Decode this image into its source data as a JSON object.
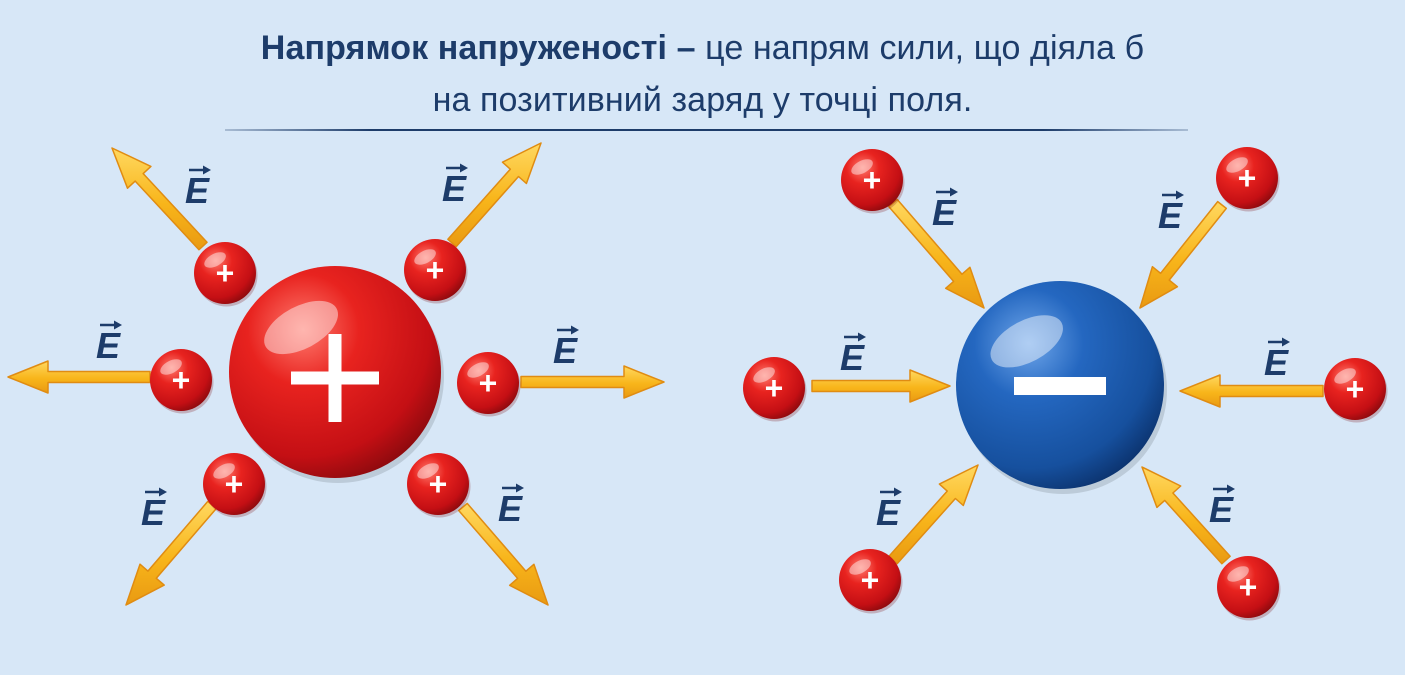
{
  "heading": {
    "bold": "Напрямок напруженості –",
    "rest": " це напрям сили, що діяла б",
    "line2": "на позитивний заряд у точці поля."
  },
  "field_label": "E",
  "source_charges": {
    "positive_sign": "+",
    "negative_sign": "–"
  },
  "test_charge_sign": "+",
  "colors": {
    "background": "#d7e7f7",
    "text": "#1d3c6a",
    "positive_charge": "#d8161b",
    "negative_charge": "#1a5aad",
    "arrow_fill": "#f7b417",
    "arrow_outline": "#e08c12"
  }
}
